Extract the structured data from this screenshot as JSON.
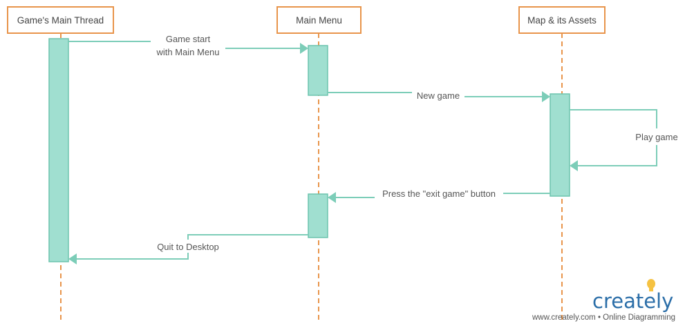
{
  "participants": [
    {
      "id": "main_thread",
      "label": "Game's Main Thread"
    },
    {
      "id": "main_menu",
      "label": "Main Menu"
    },
    {
      "id": "map_assets",
      "label": "Map & its Assets"
    }
  ],
  "messages": [
    {
      "id": "game_start",
      "from": "main_thread",
      "to": "main_menu",
      "lines": [
        "Game start",
        "with Main Menu"
      ]
    },
    {
      "id": "new_game",
      "from": "main_menu",
      "to": "map_assets",
      "lines": [
        "New game"
      ]
    },
    {
      "id": "play_game",
      "from": "map_assets",
      "to": "map_assets",
      "lines": [
        "Play game"
      ]
    },
    {
      "id": "exit_game",
      "from": "map_assets",
      "to": "main_menu",
      "lines": [
        "Press the \"exit game\" button"
      ]
    },
    {
      "id": "quit_desktop",
      "from": "main_menu",
      "to": "main_thread",
      "lines": [
        "Quit to Desktop"
      ]
    }
  ],
  "colors": {
    "header_border": "#e8944a",
    "lifeline": "#e8944a",
    "activation_fill": "#a0dfd0",
    "activation_stroke": "#6cc4ad",
    "message_line": "#7ccdb8",
    "label_text": "#555555",
    "logo_blue": "#2b6ea8",
    "bulb_yellow": "#f5c242"
  },
  "branding": {
    "logo_prefix": "createl",
    "logo_suffix": "y",
    "footer": "www.creately.com • Online Diagramming",
    "logo_icon": "lightbulb-icon"
  }
}
